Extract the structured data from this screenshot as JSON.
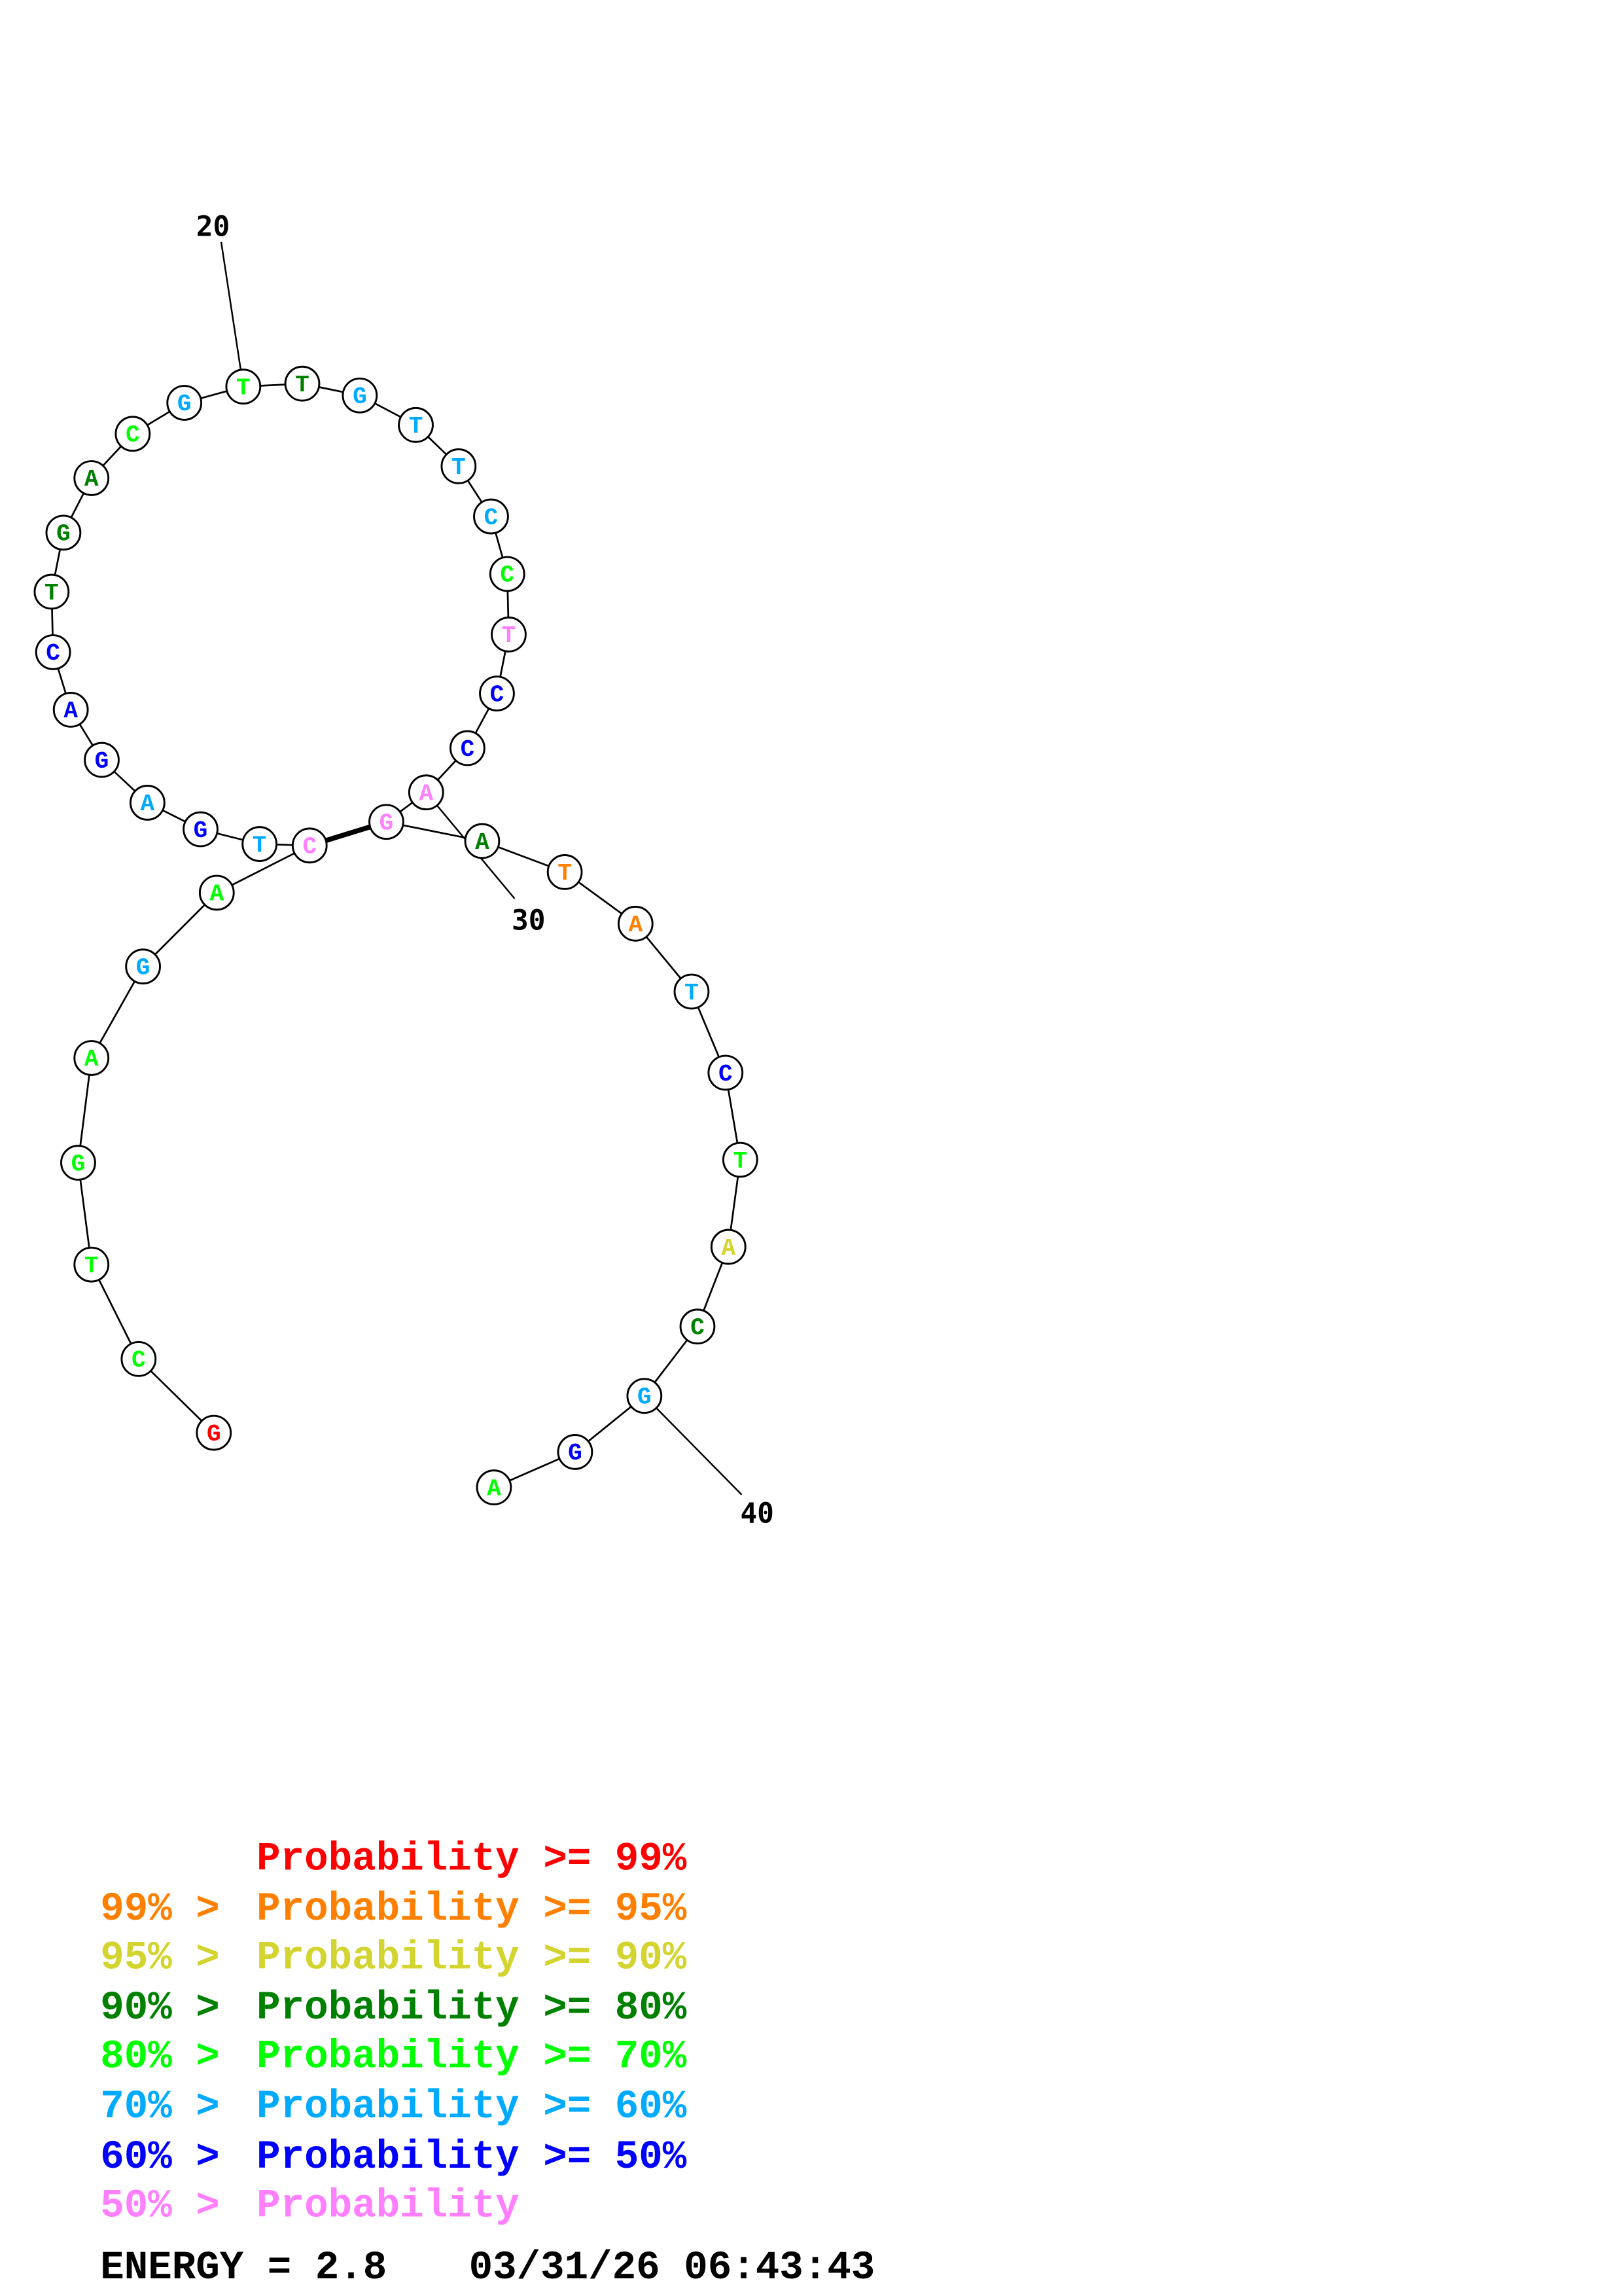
{
  "structure": {
    "sequence": [
      "G",
      "C",
      "T",
      "G",
      "A",
      "G",
      "A",
      "C",
      "T",
      "G",
      "A",
      "G",
      "A",
      "C",
      "T",
      "G",
      "A",
      "C",
      "G",
      "T",
      "T",
      "G",
      "T",
      "T",
      "C",
      "C",
      "T",
      "C",
      "C",
      "A",
      "G",
      "A",
      "T",
      "A",
      "T",
      "C",
      "T",
      "A",
      "C",
      "G",
      "G",
      "A"
    ],
    "probability_class": [
      0,
      4,
      4,
      4,
      4,
      5,
      4,
      7,
      5,
      6,
      5,
      6,
      6,
      6,
      3,
      3,
      3,
      4,
      5,
      4,
      3,
      5,
      5,
      5,
      5,
      4,
      7,
      6,
      6,
      7,
      7,
      3,
      1,
      1,
      5,
      6,
      4,
      2,
      3,
      5,
      6,
      4
    ],
    "base_pairs": [
      [
        8,
        31
      ]
    ],
    "position_labels": [
      {
        "index": 20,
        "text": "20"
      },
      {
        "index": 30,
        "text": "30"
      },
      {
        "index": 40,
        "text": "40"
      }
    ]
  },
  "legend": {
    "classes": [
      {
        "prefix": "",
        "text": "Probability >= 99%",
        "color": "#ff0000"
      },
      {
        "prefix": "99% > ",
        "text": "Probability >= 95%",
        "color": "#ff8000"
      },
      {
        "prefix": "95% > ",
        "text": "Probability >= 90%",
        "color": "#d4d430"
      },
      {
        "prefix": "90% > ",
        "text": "Probability >= 80%",
        "color": "#008000"
      },
      {
        "prefix": "80% > ",
        "text": "Probability >= 70%",
        "color": "#00ff00"
      },
      {
        "prefix": "70% > ",
        "text": "Probability >= 60%",
        "color": "#00aaff"
      },
      {
        "prefix": "60% > ",
        "text": "Probability >= 50%",
        "color": "#0000ff"
      },
      {
        "prefix": "50% > ",
        "text": "Probability",
        "color": "#ff80ff"
      }
    ]
  },
  "footer": {
    "energy_label": "ENERGY = 2.8",
    "timestamp": "03/31/26 06:43:43"
  }
}
